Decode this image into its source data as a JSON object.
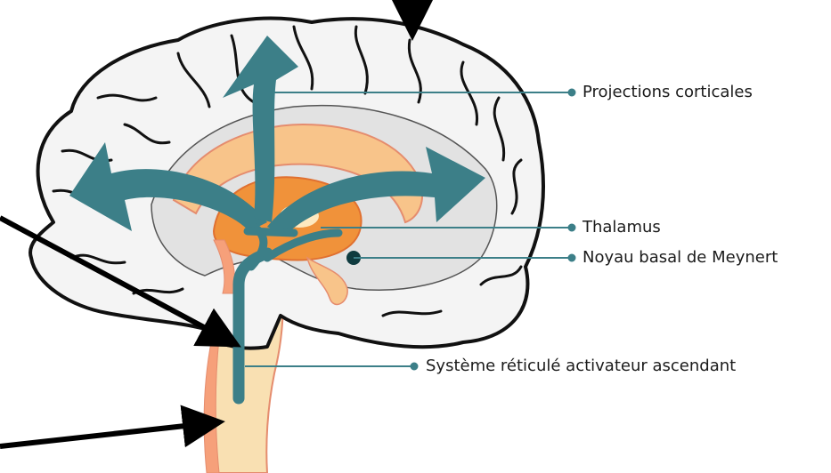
{
  "labels": {
    "projections": "Projections corticales",
    "thalamus": "Thalamus",
    "meynert": "Noyau basal de Meynert",
    "sraa": "Système réticulé activateur ascendant"
  },
  "colors": {
    "outline": "#111111",
    "brain_fill": "#f4f4f4",
    "inner_grey": "#e2e2e2",
    "orange": "#f0923a",
    "light_orange": "#f8c48a",
    "cream": "#fde9c0",
    "stem": "#f9e0b2",
    "teal": "#3c7f88",
    "teal_dark": "#0f3b3f",
    "pointer": "#000000"
  }
}
